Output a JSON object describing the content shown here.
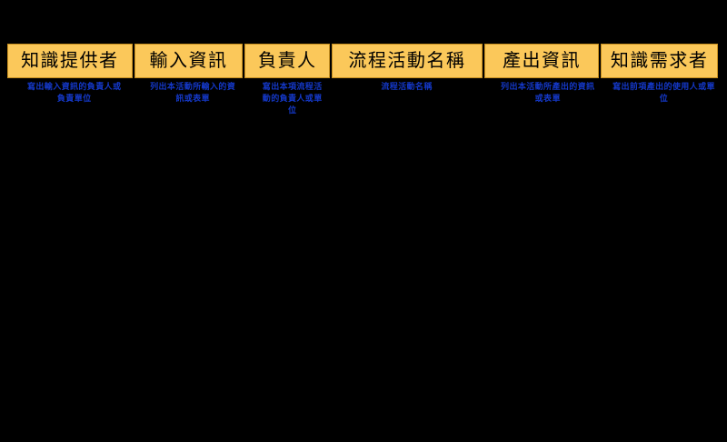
{
  "slide": {
    "background_color": "#000000",
    "header_fill_color": "#FBC85A",
    "header_border_color": "#C8901F",
    "header_text_color": "#000000",
    "caption_text_color": "#1438C8"
  },
  "table": {
    "columns": [
      {
        "header": "知識提供者",
        "caption": "寫出輸入資訊的負責人或負責單位"
      },
      {
        "header": "輸入資訊",
        "caption": "列出本活動所輸入的資訊或表單"
      },
      {
        "header": "負責人",
        "caption": "寫出本項流程活動的負責人或單位"
      },
      {
        "header": "流程活動名稱",
        "caption": "流程活動名稱"
      },
      {
        "header": "產出資訊",
        "caption": "列出本活動所產出的資訊或表單"
      },
      {
        "header": "知識需求者",
        "caption": "寫出前項產出的使用人或單位"
      }
    ]
  }
}
